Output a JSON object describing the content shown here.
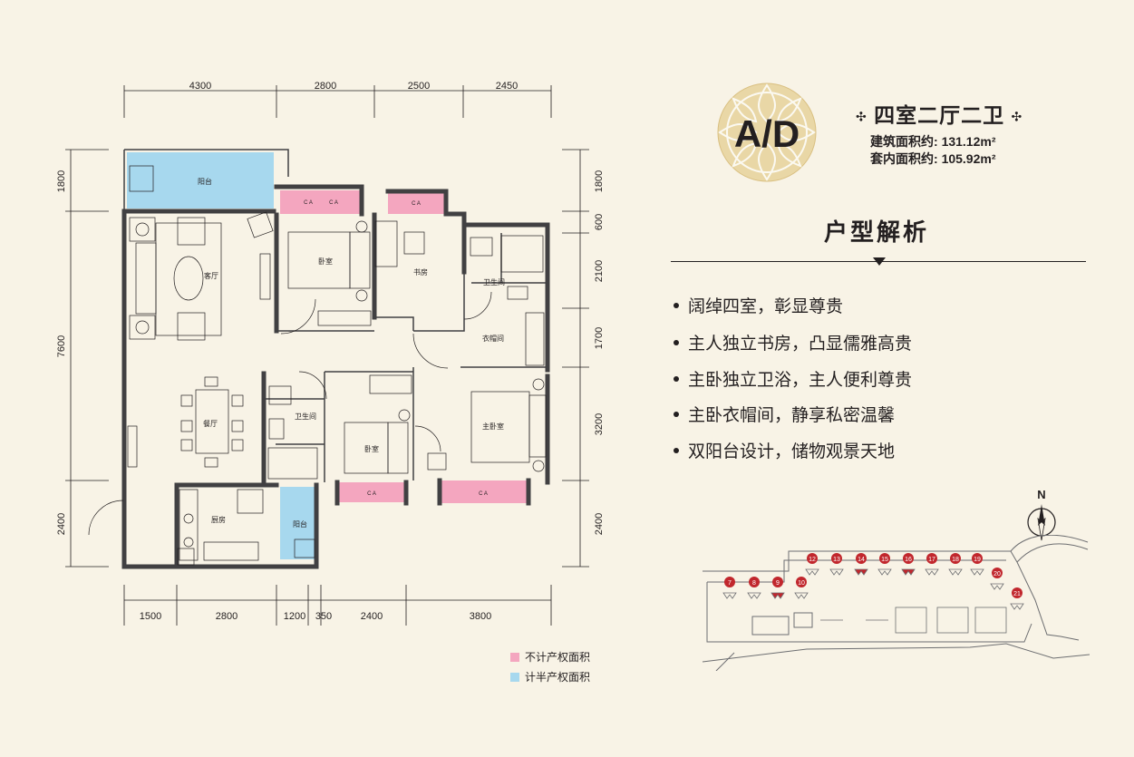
{
  "unit_code": "A/D",
  "layout_title": "四室二厅二卫",
  "area": {
    "building_label": "建筑面积约:",
    "building_value": "131.12m²",
    "inner_label": "套内面积约:",
    "inner_value": "105.92m²"
  },
  "analysis_title": "户型解析",
  "features": [
    "阔绰四室，彰显尊贵",
    "主人独立书房，凸显儒雅高贵",
    "主卧独立卫浴，主人便利尊贵",
    "主卧衣帽间，静享私密温馨",
    "双阳台设计，储物观景天地"
  ],
  "legend": {
    "excluded": "不计产权面积",
    "half": "计半产权面积"
  },
  "colors": {
    "background": "#f8f3e6",
    "excluded": "#f4a6bf",
    "half": "#a7d8ee",
    "badge": "#e9d7a6",
    "wall": "#414042",
    "marker": "#c1272d"
  },
  "dimensions": {
    "top": [
      "4300",
      "2800",
      "2500",
      "2450"
    ],
    "bottom": [
      "1500",
      "2800",
      "1200",
      "350",
      "2400",
      "3800"
    ],
    "left": [
      "1800",
      "7600",
      "2400"
    ],
    "right": [
      "1800",
      "600",
      "2100",
      "1700",
      "3200",
      "2400"
    ]
  },
  "rooms": {
    "balcony_top": "阳台",
    "living": "客厅",
    "bedroom1": "卧室",
    "study": "书房",
    "bath1": "卫生间",
    "closet": "衣帽间",
    "dining": "餐厅",
    "bath2": "卫生间",
    "bedroom2": "卧室",
    "master": "主卧室",
    "kitchen": "厨房",
    "balcony_small": "阳台"
  },
  "aircon_label": "C A",
  "compass": "N",
  "site_buildings": [
    "7",
    "8",
    "9",
    "10",
    "12",
    "13",
    "14",
    "15",
    "16",
    "17",
    "18",
    "19",
    "20",
    "21"
  ],
  "highlighted_buildings": [
    "9",
    "14",
    "16"
  ]
}
